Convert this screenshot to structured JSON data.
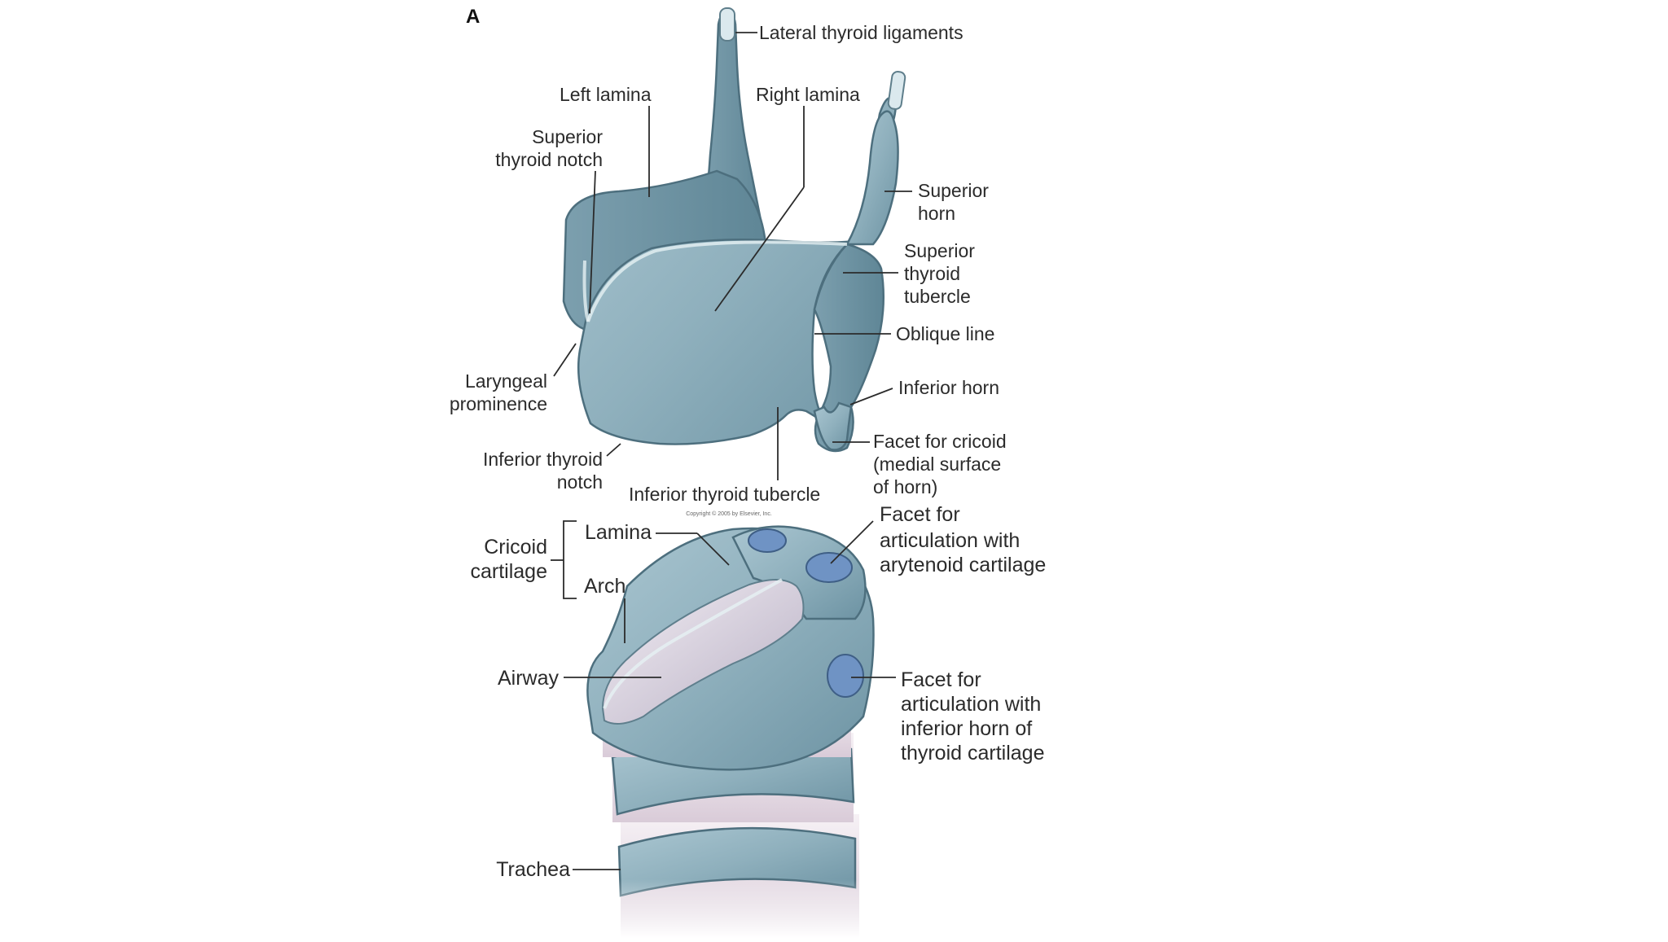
{
  "figure": {
    "panel_letter": "A",
    "copyright": "Copyright © 2005 by Elsevier, Inc."
  },
  "thyroid_labels": {
    "lateral_thyroid_ligaments": "Lateral thyroid ligaments",
    "left_lamina": "Left lamina",
    "right_lamina": "Right lamina",
    "superior_thyroid_notch_l1": "Superior",
    "superior_thyroid_notch_l2": "thyroid notch",
    "superior_horn_l1": "Superior",
    "superior_horn_l2": "horn",
    "superior_thyroid_tubercle_l1": "Superior",
    "superior_thyroid_tubercle_l2": "thyroid",
    "superior_thyroid_tubercle_l3": "tubercle",
    "oblique_line": "Oblique line",
    "laryngeal_prominence_l1": "Laryngeal",
    "laryngeal_prominence_l2": "prominence",
    "inferior_horn": "Inferior horn",
    "facet_cricoid_l1": "Facet for cricoid",
    "facet_cricoid_l2": "(medial surface",
    "facet_cricoid_l3": "of horn)",
    "inferior_thyroid_notch_l1": "Inferior thyroid",
    "inferior_thyroid_notch_l2": "notch",
    "inferior_thyroid_tubercle": "Inferior thyroid tubercle"
  },
  "cricoid_labels": {
    "cricoid_cartilage_l1": "Cricoid",
    "cricoid_cartilage_l2": "cartilage",
    "lamina": "Lamina",
    "arch": "Arch",
    "facet_arytenoid_l1": "Facet for",
    "facet_arytenoid_l2": "articulation with",
    "facet_arytenoid_l3": "arytenoid cartilage",
    "airway": "Airway",
    "facet_inferior_horn_l1": "Facet for",
    "facet_inferior_horn_l2": "articulation with",
    "facet_inferior_horn_l3": "inferior horn of",
    "facet_inferior_horn_l4": "thyroid cartilage",
    "trachea": "Trachea"
  },
  "colors": {
    "cartilage": "#8fb0bd",
    "cartilage_shadow": "#5f8696",
    "facet": "#6f93c4",
    "membrane": "#efe7ee",
    "leader_lines": "#2b2b2b"
  }
}
